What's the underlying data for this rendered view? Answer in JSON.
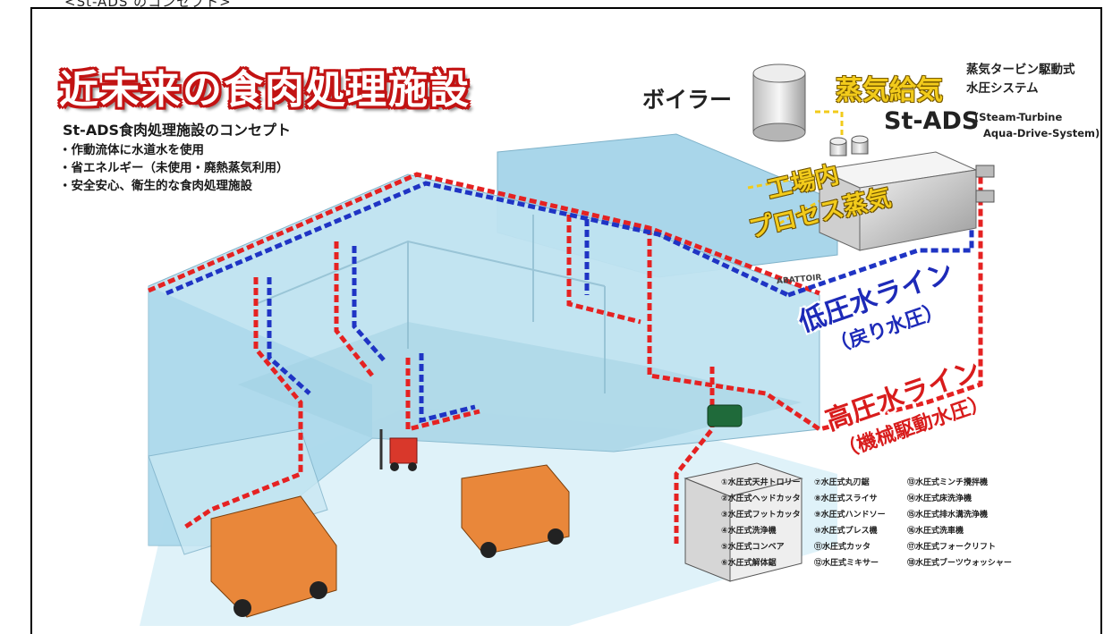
{
  "caption": "<St-ADS のコンセプト>",
  "title": "近未来の食肉処理施設",
  "concept_heading": "St-ADS食肉処理施設のコンセプト",
  "bullets": [
    "・作動流体に水道水を使用",
    "・省エネルギー（未使用・廃熱蒸気利用）",
    "・安全安心、衛生的な食肉処理施設"
  ],
  "boiler_label": "ボイラー",
  "steam_supply_label": "蒸気給気",
  "turbine_system": [
    "蒸気タービン駆動式",
    "水圧システム"
  ],
  "st_ads_label": "St-ADS",
  "st_ads_full": [
    "(Steam-Turbine",
    "Aqua-Drive-System)"
  ],
  "process_steam": [
    "工場内",
    "プロセス蒸気"
  ],
  "low_pressure": {
    "line": "低圧水ライン",
    "note": "（戻り水圧）"
  },
  "high_pressure": {
    "line": "高圧水ライン",
    "note": "（機械駆動水圧）"
  },
  "abattoir_sign": "ABATTOIR",
  "legend": [
    "①水圧式天井トロリー",
    "⑦水圧式丸刃鋸",
    "⑬水圧式ミンチ攪拌機",
    "②水圧式ヘッドカッタ",
    "⑧水圧式スライサ",
    "⑭水圧式床洗浄機",
    "③水圧式フットカッタ",
    "⑨水圧式ハンドソー",
    "⑮水圧式排水溝洗浄機",
    "④水圧式洗浄機",
    "⑩水圧式プレス機",
    "⑯水圧式洗車機",
    "⑤水圧式コンベア",
    "⑪水圧式カッタ",
    "⑰水圧式フォークリフト",
    "⑥水圧式解体鋸",
    "⑫水圧式ミキサー",
    "⑱水圧式ブーツウォッシャー"
  ],
  "colors": {
    "building": "#bfe3f1",
    "high_line": "#e52222",
    "low_line": "#1f34c4",
    "steam": "#f2cb1b",
    "title_red": "#c21313"
  }
}
